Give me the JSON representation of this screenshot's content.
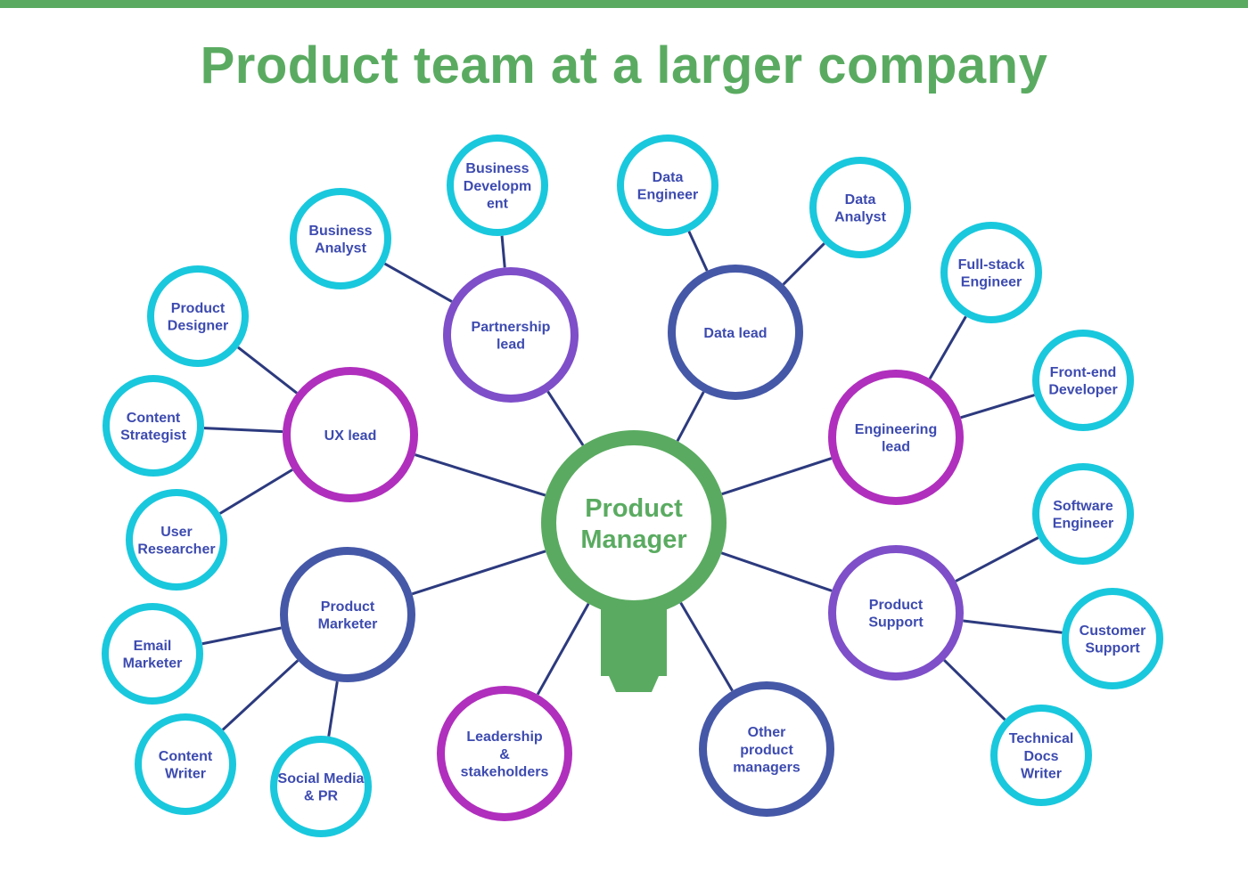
{
  "title": "Product team at a larger company",
  "colors": {
    "top_bar": "#5aab61",
    "title": "#5aab61",
    "text": "#3d4bb0",
    "center_ring": "#5aab61",
    "center_text": "#5aab61",
    "line": "#2c3a7e",
    "leaf_ring": "#19c8dd",
    "purple_ring": "#7e4fc9",
    "magenta_ring": "#b02fbd",
    "navy_ring": "#4558a8"
  },
  "center": {
    "id": "product-manager",
    "label": [
      "Product",
      "Manager"
    ]
  },
  "leads": [
    {
      "id": "partnership-lead",
      "label": [
        "Partnership",
        "lead"
      ],
      "color": "purple_ring",
      "children": [
        {
          "id": "business-analyst",
          "label": [
            "Business",
            "Analyst"
          ]
        },
        {
          "id": "business-development",
          "label": [
            "Business",
            "Developm",
            "ent"
          ]
        }
      ]
    },
    {
      "id": "data-lead",
      "label": [
        "Data lead"
      ],
      "color": "navy_ring",
      "children": [
        {
          "id": "data-engineer",
          "label": [
            "Data",
            "Engineer"
          ]
        },
        {
          "id": "data-analyst",
          "label": [
            "Data",
            "Analyst"
          ]
        }
      ]
    },
    {
      "id": "ux-lead",
      "label": [
        "UX lead"
      ],
      "color": "magenta_ring",
      "children": [
        {
          "id": "product-designer",
          "label": [
            "Product",
            "Designer"
          ]
        },
        {
          "id": "content-strategist",
          "label": [
            "Content",
            "Strategist"
          ]
        },
        {
          "id": "user-researcher",
          "label": [
            "User",
            "Researcher"
          ]
        }
      ]
    },
    {
      "id": "engineering-lead",
      "label": [
        "Engineering",
        "lead"
      ],
      "color": "magenta_ring",
      "children": [
        {
          "id": "full-stack-engineer",
          "label": [
            "Full-stack",
            "Engineer"
          ]
        },
        {
          "id": "front-end-developer",
          "label": [
            "Front-end",
            "Developer"
          ]
        }
      ]
    },
    {
      "id": "product-marketer",
      "label": [
        "Product",
        "Marketer"
      ],
      "color": "navy_ring",
      "children": [
        {
          "id": "email-marketer",
          "label": [
            "Email",
            "Marketer"
          ]
        },
        {
          "id": "content-writer",
          "label": [
            "Content",
            "Writer"
          ]
        },
        {
          "id": "social-media-pr",
          "label": [
            "Social Media",
            "& PR"
          ]
        }
      ]
    },
    {
      "id": "product-support",
      "label": [
        "Product",
        "Support"
      ],
      "color": "purple_ring",
      "children": [
        {
          "id": "software-engineer",
          "label": [
            "Software",
            "Engineer"
          ]
        },
        {
          "id": "customer-support",
          "label": [
            "Customer",
            "Support"
          ]
        },
        {
          "id": "technical-docs-writer",
          "label": [
            "Technical",
            "Docs",
            "Writer"
          ]
        }
      ]
    },
    {
      "id": "leadership-stakeholders",
      "label": [
        "Leadership",
        "&",
        "stakeholders"
      ],
      "color": "magenta_ring",
      "children": []
    },
    {
      "id": "other-product-managers",
      "label": [
        "Other",
        "product",
        "managers"
      ],
      "color": "navy_ring",
      "children": []
    }
  ]
}
